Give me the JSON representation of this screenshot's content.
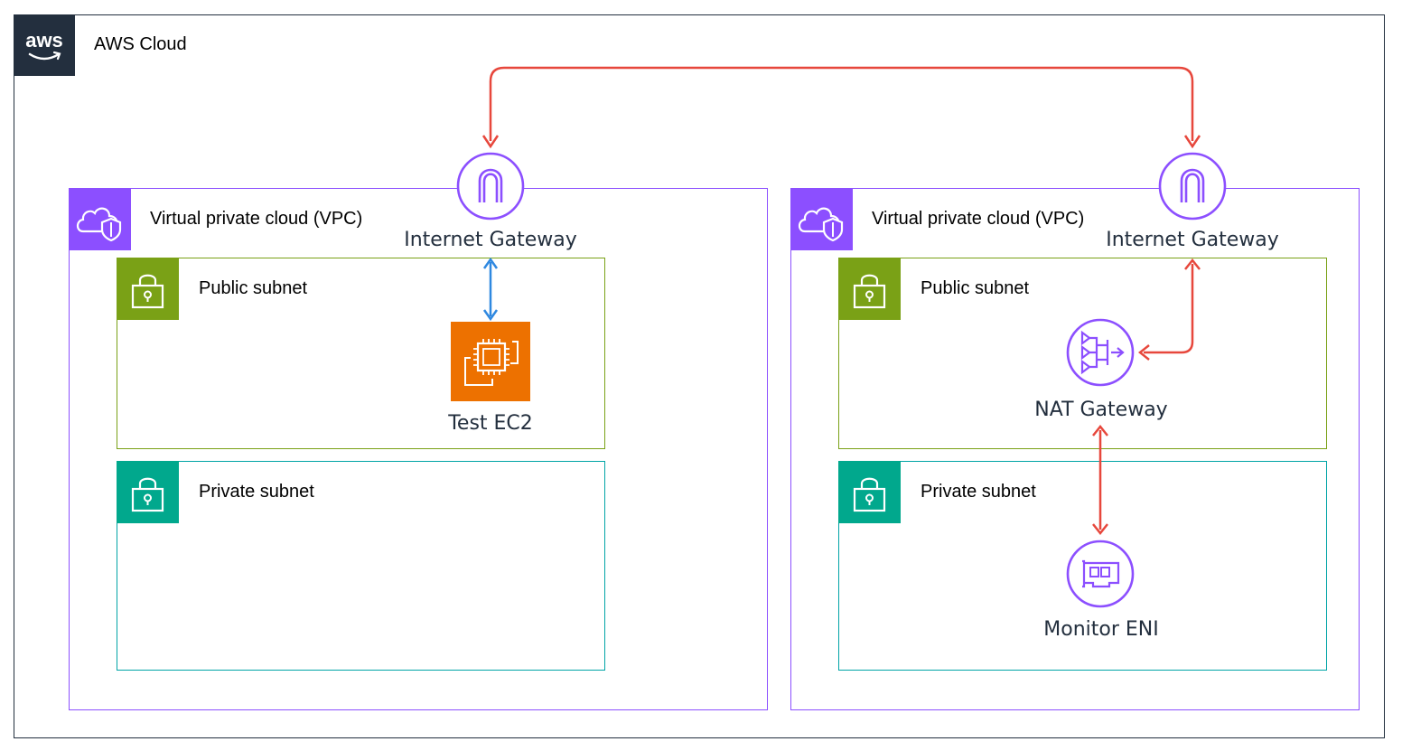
{
  "cloud": {
    "label": "AWS Cloud",
    "logo_text": "aws"
  },
  "vpcs": [
    {
      "label": "Virtual private cloud (VPC)",
      "internet_gateway": "Internet Gateway",
      "public_subnet": "Public subnet",
      "private_subnet": "Private subnet",
      "instance": "Test EC2"
    },
    {
      "label": "Virtual private cloud (VPC)",
      "internet_gateway": "Internet Gateway",
      "public_subnet": "Public subnet",
      "private_subnet": "Private subnet",
      "nat_gateway": "NAT Gateway",
      "eni": "Monitor ENI"
    }
  ],
  "colors": {
    "cloud_border": "#232f3e",
    "vpc": "#8c4fff",
    "public_subnet": "#7aa116",
    "private_subnet": "#00a4a6",
    "ec2": "#ed7100",
    "connector_red": "#e7473c",
    "connector_blue": "#2f88e0"
  }
}
